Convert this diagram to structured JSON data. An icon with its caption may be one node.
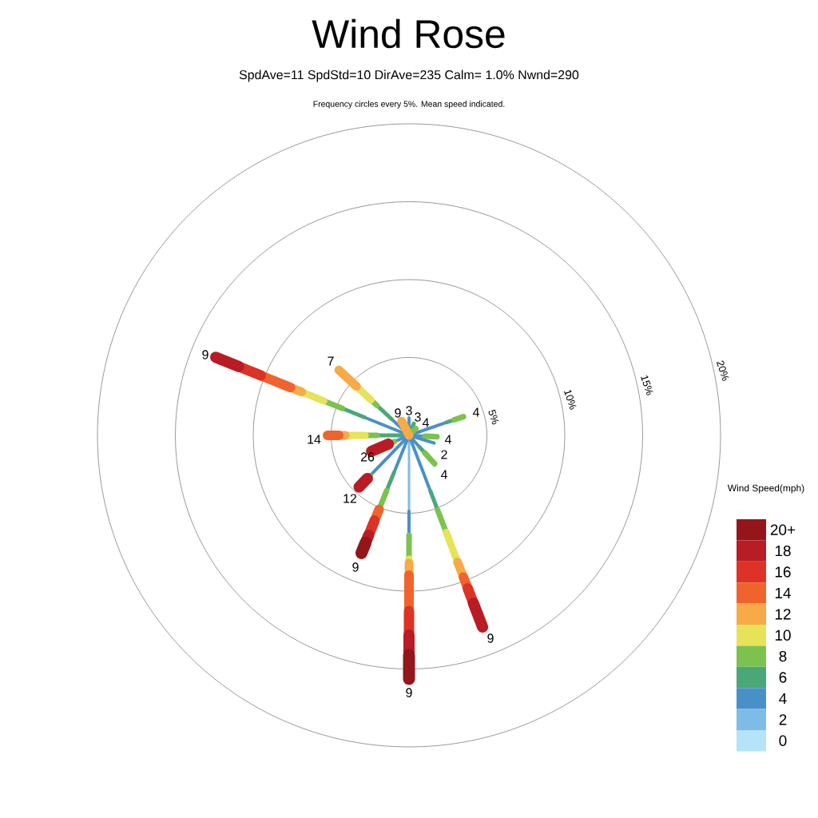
{
  "diagram": {
    "title": "Wind Rose",
    "labels": [
      "SpdAve=11  SpdStd=10  DirAve=235   Calm= 1.0%  Nwnd=290",
      "Frequency circles every 5%. Mean speed indicated.",
      "9",
      "7",
      "20%",
      "15%",
      "10%",
      "3",
      "9",
      "4",
      "3",
      "5%",
      "4",
      "14",
      "4",
      "2",
      "26",
      "4",
      "Wind Speed(mph)",
      "12",
      "9",
      "9",
      "9"
    ],
    "legend": [
      {
        "text": "20+",
        "color": "#94161a"
      },
      {
        "text": "18",
        "color": "#b91c24"
      },
      {
        "text": "16",
        "color": "#dd3327"
      },
      {
        "text": "14",
        "color": "#f1632c"
      },
      {
        "text": "12",
        "color": "#f8a948"
      },
      {
        "text": "10",
        "color": "#e6e35a"
      },
      {
        "text": "8",
        "color": "#7cc24e"
      },
      {
        "text": "6",
        "color": "#4aa878"
      },
      {
        "text": "4",
        "color": "#4a90c8"
      },
      {
        "text": "2",
        "color": "#7dbce6"
      },
      {
        "text": "0",
        "color": "#b5e3f7"
      }
    ]
  }
}
